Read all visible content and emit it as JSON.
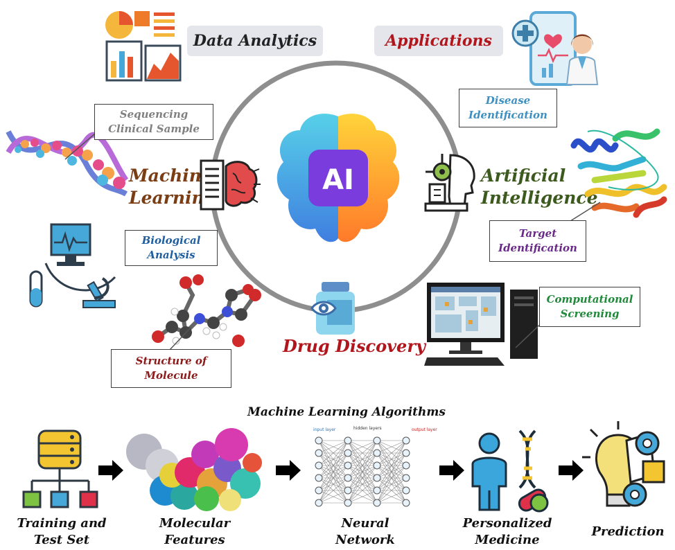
{
  "header": {
    "left_pill": "Data Analytics",
    "right_pill": "Applications"
  },
  "wheel": {
    "center_label": "AI",
    "left_label": "Machine\nLearning",
    "right_label": "Artificial\nIntelligence",
    "bottom_label": "Drug Discovery"
  },
  "callouts": {
    "sequencing": "Sequencing\nClinical Sample",
    "biological": "Biological\nAnalysis",
    "structure": "Structure of\nMolecule",
    "disease": "Disease\nIdentification",
    "target": "Target\nIdentification",
    "computational": "Computational\nScreening"
  },
  "pipeline": {
    "title": "Machine Learning Algorithms",
    "steps": [
      "Training and\nTest Set",
      "Molecular\nFeatures",
      "Neural\nNetwork",
      "Personalized\nMedicine",
      "Prediction"
    ],
    "nn_labels": {
      "input": "input\nlayer",
      "hidden": "hidden layers",
      "output": "output\nlayer"
    }
  },
  "colors": {
    "data_analytics": "#222222",
    "applications": "#b0161c",
    "machine_learning": "#7a3d14",
    "artificial_intelligence": "#3d5a1e",
    "drug_discovery": "#b0161c",
    "sequencing": "#808080",
    "biological": "#1f5fa0",
    "structure": "#8e1a1a",
    "disease": "#3f8fc0",
    "target": "#6b2a8a",
    "computational": "#1f8a3a"
  }
}
